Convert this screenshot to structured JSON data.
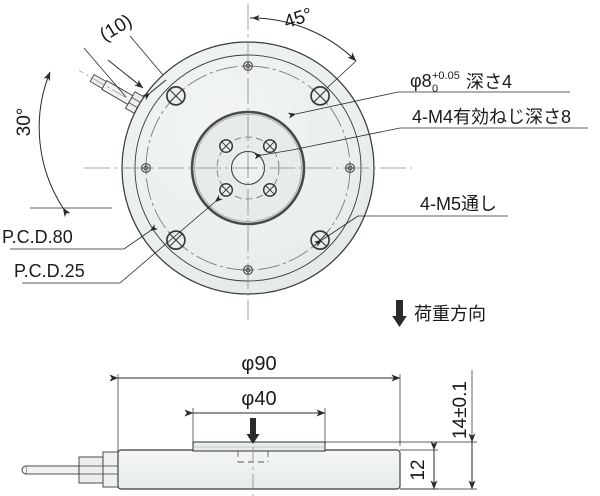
{
  "drawing": {
    "title": "Load cell dimensional drawing",
    "views": {
      "top": {
        "name": "top-view"
      },
      "section": {
        "name": "section-view"
      }
    },
    "colors": {
      "body_fill": "#eceff0",
      "boss_fill": "#e8ecec",
      "line": "#3a3a3a",
      "text": "#1a1a1a",
      "center_line": "#8a8a8a"
    }
  },
  "annotations": {
    "cable_length": "(10)",
    "cable_angle": "30°",
    "hole_angle": "45°",
    "dowel_hole": "φ8",
    "dowel_tol_upper": "+0.05",
    "dowel_tol_lower": "0",
    "dowel_depth": "深さ4",
    "tapped_holes_m4": "4-M4有効ねじ深さ8",
    "thru_holes_m5": "4-M5通し",
    "pcd_outer": "P.C.D.80",
    "pcd_inner": "P.C.D.25",
    "load_direction": "荷重方向"
  },
  "section_dimensions": {
    "outer_diameter": "φ90",
    "boss_diameter": "φ40",
    "total_height": "14±0.1",
    "body_height": "12"
  },
  "icons": {
    "load_arrow": "down-arrow-icon",
    "tapped_hole": "crossed-circle-icon",
    "dowel_hole": "small-double-circle-icon"
  }
}
